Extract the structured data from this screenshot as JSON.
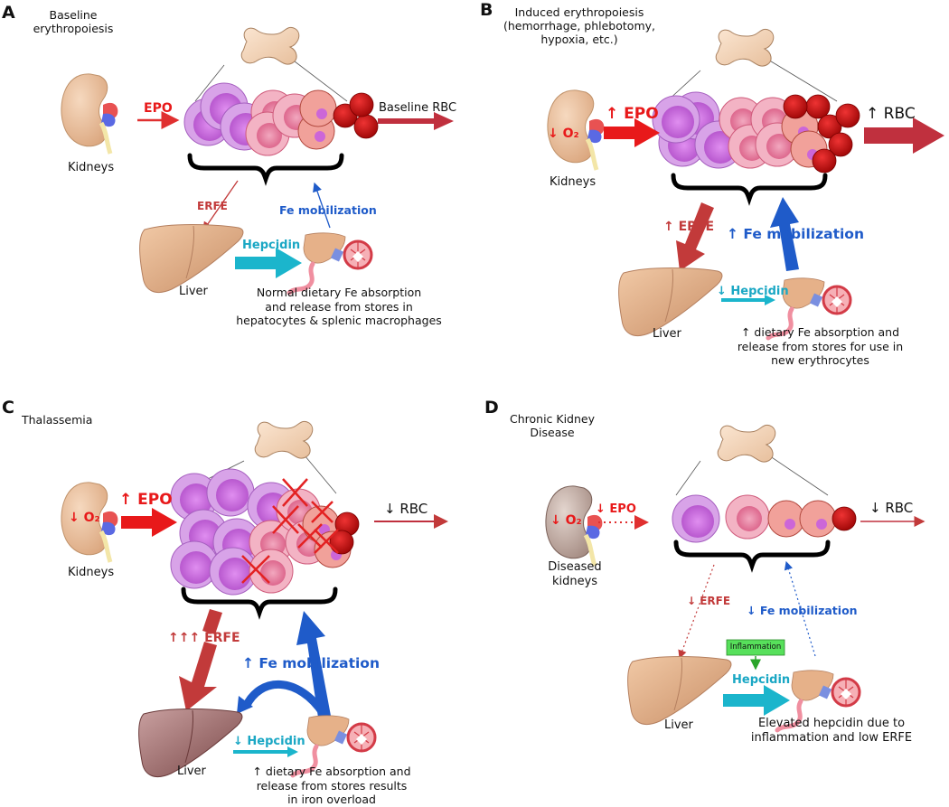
{
  "panels": {
    "A": {
      "letter": "A",
      "title_lines": [
        "Baseline",
        "erythropoiesis"
      ],
      "epo": "EPO",
      "rbc": "Baseline RBC",
      "kidneys": "Kidneys",
      "erfe": "ERFE",
      "fe_mobilization": "Fe mobilization",
      "hepcidin": "Hepcidin",
      "liver": "Liver",
      "desc_lines": [
        "Normal dietary Fe absorption",
        "and release from stores in",
        "hepatocytes & splenic macrophages"
      ]
    },
    "B": {
      "letter": "B",
      "title_lines": [
        "Induced erythropoiesis",
        "(hemorrhage, phlebotomy,",
        "hypoxia, etc.)"
      ],
      "o2": "↓ O₂",
      "epo": "↑ EPO",
      "rbc": "↑ RBC",
      "kidneys": "Kidneys",
      "erfe": "↑ ERFE",
      "fe_mobilization": "↑ Fe mobilization",
      "hepcidin": "↓ Hepcidin",
      "liver": "Liver",
      "desc_lines": [
        "↑ dietary Fe absorption and",
        "release from stores for use in",
        "new erythrocytes"
      ]
    },
    "C": {
      "letter": "C",
      "title_lines": [
        "Thalassemia"
      ],
      "o2": "↓ O₂",
      "epo": "↑ EPO",
      "rbc": "↓ RBC",
      "kidneys": "Kidneys",
      "erfe": "↑↑↑ ERFE",
      "fe_mobilization": "↑ Fe mobilization",
      "hepcidin": "↓ Hepcidin",
      "liver": "Liver",
      "desc_lines": [
        "↑ dietary Fe absorption and",
        "release from stores results",
        "in iron overload"
      ]
    },
    "D": {
      "letter": "D",
      "title_lines": [
        "Chronic Kidney",
        "Disease"
      ],
      "o2": "↓ O₂",
      "epo": "↓ EPO",
      "rbc": "↓ RBC",
      "kidneys_lines": [
        "Diseased",
        "kidneys"
      ],
      "erfe": "↓ ERFE",
      "fe_mobilization": "↓ Fe mobilization",
      "inflammation": "Inflammation",
      "hepcidin": "Hepcidin",
      "liver": "Liver",
      "desc_lines": [
        "Elevated hepcidin due to",
        "inflammation and low ERFE"
      ]
    }
  },
  "colors": {
    "epo_red": "#e8191a",
    "rbc_arrow": "#c0303e",
    "erfe_arrow": "#c23a3a",
    "fe_arrow": "#1f5bc9",
    "hepcidin_arrow": "#1bb5cc",
    "kidney": "#e8b894",
    "liver": "#dba680"
  }
}
